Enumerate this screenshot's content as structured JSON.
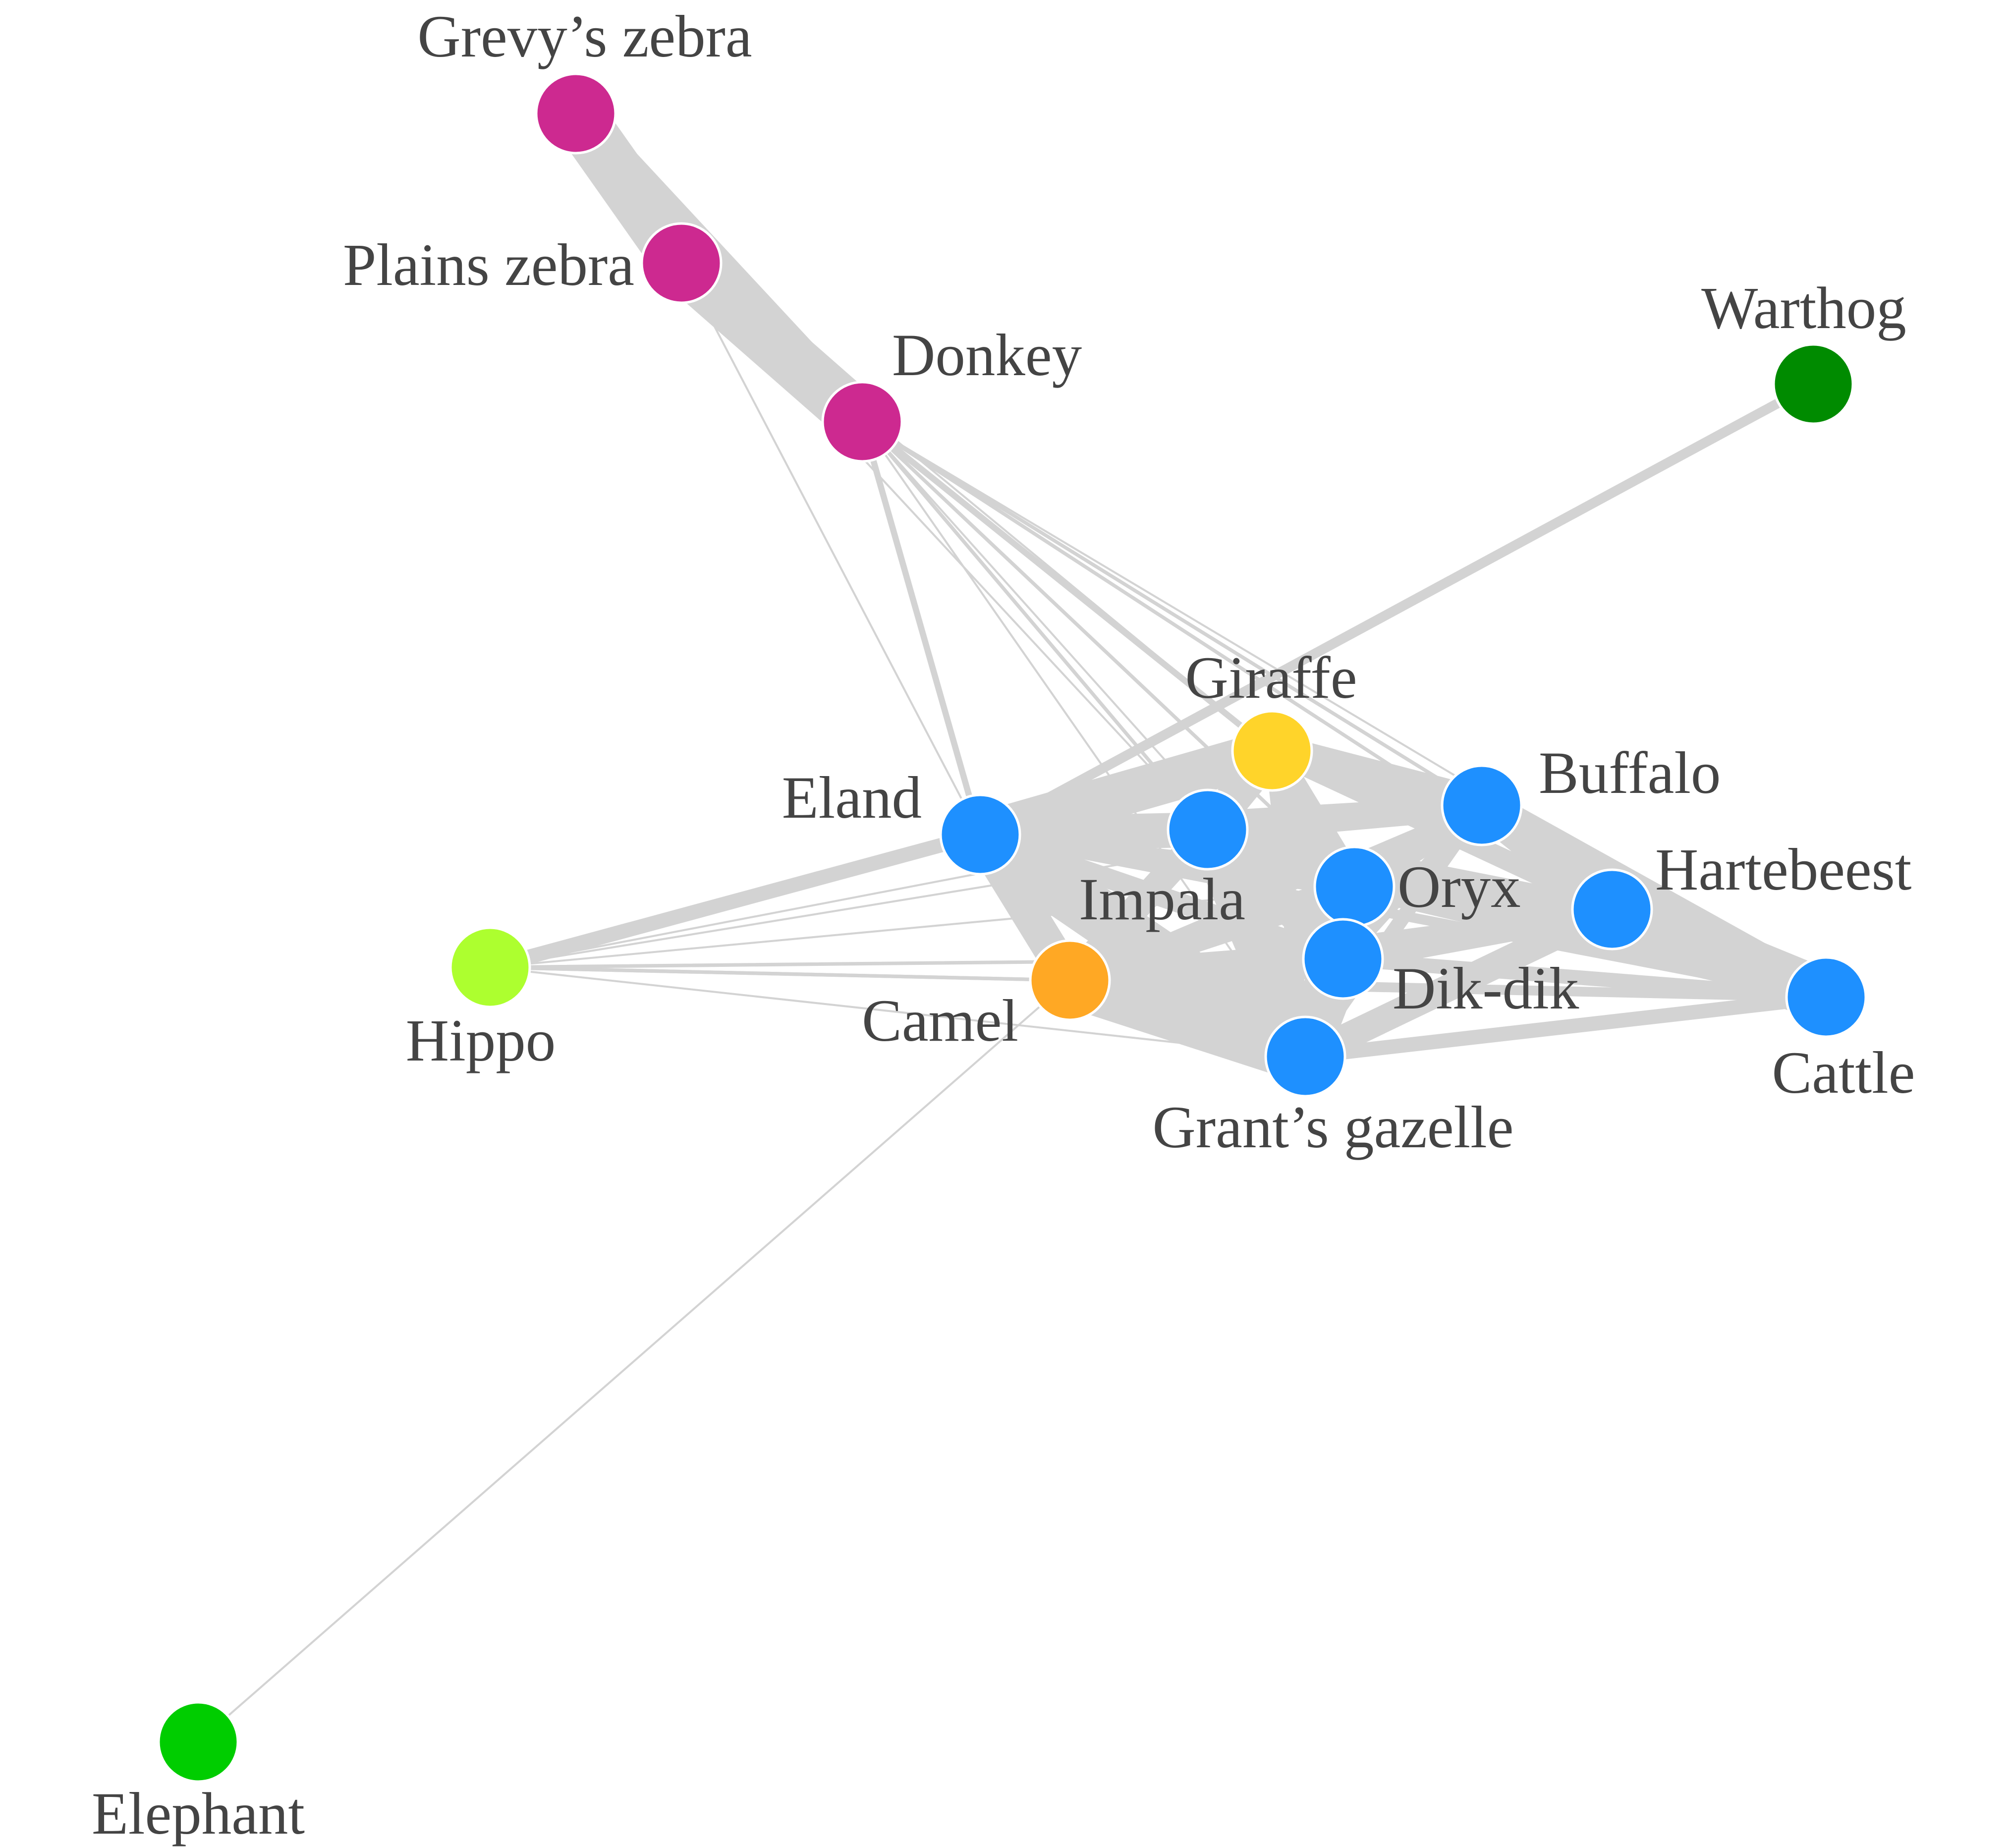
{
  "colors": {
    "equid": "#cd2990",
    "bovid": "#1e90ff",
    "giraffe": "#ffd42a",
    "camel": "#ffa824",
    "hippo": "#adff2f",
    "warthog": "#008b00",
    "elephant": "#00cd00",
    "edge": "#d3d3d3"
  },
  "nodes": [
    {
      "id": "grevys_zebra",
      "label": "Grevy’s zebra",
      "color": "equid"
    },
    {
      "id": "plains_zebra",
      "label": "Plains zebra",
      "color": "equid"
    },
    {
      "id": "donkey",
      "label": "Donkey",
      "color": "equid"
    },
    {
      "id": "warthog",
      "label": "Warthog",
      "color": "warthog"
    },
    {
      "id": "giraffe",
      "label": "Giraffe",
      "color": "giraffe"
    },
    {
      "id": "buffalo",
      "label": "Buffalo",
      "color": "bovid"
    },
    {
      "id": "eland",
      "label": "Eland",
      "color": "bovid"
    },
    {
      "id": "impala",
      "label": "Impala",
      "color": "bovid"
    },
    {
      "id": "oryx",
      "label": "Oryx",
      "color": "bovid"
    },
    {
      "id": "hartebeest",
      "label": "Hartebeest",
      "color": "bovid"
    },
    {
      "id": "dikdik",
      "label": "Dik-dik",
      "color": "bovid"
    },
    {
      "id": "camel",
      "label": "Camel",
      "color": "camel"
    },
    {
      "id": "cattle",
      "label": "Cattle",
      "color": "bovid"
    },
    {
      "id": "grants_gazelle",
      "label": "Grant’s gazelle",
      "color": "bovid"
    },
    {
      "id": "hippo",
      "label": "Hippo",
      "color": "hippo"
    },
    {
      "id": "elephant",
      "label": "Elephant",
      "color": "elephant"
    }
  ],
  "edges": [
    {
      "source": "grevys_zebra",
      "target": "plains_zebra",
      "weight": 10
    },
    {
      "source": "grevys_zebra",
      "target": "donkey",
      "weight": 8
    },
    {
      "source": "plains_zebra",
      "target": "donkey",
      "weight": 10
    },
    {
      "source": "plains_zebra",
      "target": "eland",
      "weight": 1
    },
    {
      "source": "plains_zebra",
      "target": "impala",
      "weight": 1
    },
    {
      "source": "plains_zebra",
      "target": "giraffe",
      "weight": 1
    },
    {
      "source": "donkey",
      "target": "eland",
      "weight": 3
    },
    {
      "source": "donkey",
      "target": "giraffe",
      "weight": 3
    },
    {
      "source": "donkey",
      "target": "buffalo",
      "weight": 2
    },
    {
      "source": "donkey",
      "target": "impala",
      "weight": 2
    },
    {
      "source": "donkey",
      "target": "oryx",
      "weight": 2
    },
    {
      "source": "donkey",
      "target": "hartebeest",
      "weight": 2
    },
    {
      "source": "donkey",
      "target": "dikdik",
      "weight": 1
    },
    {
      "source": "donkey",
      "target": "grants_gazelle",
      "weight": 1
    },
    {
      "source": "donkey",
      "target": "cattle",
      "weight": 1
    },
    {
      "source": "warthog",
      "target": "eland",
      "weight": 4
    },
    {
      "source": "eland",
      "target": "giraffe",
      "weight": 9
    },
    {
      "source": "eland",
      "target": "impala",
      "weight": 8
    },
    {
      "source": "eland",
      "target": "buffalo",
      "weight": 6
    },
    {
      "source": "eland",
      "target": "oryx",
      "weight": 6
    },
    {
      "source": "eland",
      "target": "hartebeest",
      "weight": 5
    },
    {
      "source": "eland",
      "target": "dikdik",
      "weight": 6
    },
    {
      "source": "eland",
      "target": "camel",
      "weight": 8
    },
    {
      "source": "eland",
      "target": "grants_gazelle",
      "weight": 10
    },
    {
      "source": "eland",
      "target": "cattle",
      "weight": 4
    },
    {
      "source": "giraffe",
      "target": "buffalo",
      "weight": 8
    },
    {
      "source": "giraffe",
      "target": "impala",
      "weight": 8
    },
    {
      "source": "giraffe",
      "target": "oryx",
      "weight": 7
    },
    {
      "source": "giraffe",
      "target": "hartebeest",
      "weight": 6
    },
    {
      "source": "giraffe",
      "target": "dikdik",
      "weight": 6
    },
    {
      "source": "giraffe",
      "target": "camel",
      "weight": 5
    },
    {
      "source": "giraffe",
      "target": "grants_gazelle",
      "weight": 5
    },
    {
      "source": "giraffe",
      "target": "cattle",
      "weight": 3
    },
    {
      "source": "buffalo",
      "target": "impala",
      "weight": 7
    },
    {
      "source": "buffalo",
      "target": "oryx",
      "weight": 7
    },
    {
      "source": "buffalo",
      "target": "hartebeest",
      "weight": 8
    },
    {
      "source": "buffalo",
      "target": "dikdik",
      "weight": 5
    },
    {
      "source": "buffalo",
      "target": "cattle",
      "weight": 8
    },
    {
      "source": "buffalo",
      "target": "grants_gazelle",
      "weight": 5
    },
    {
      "source": "buffalo",
      "target": "camel",
      "weight": 4
    },
    {
      "source": "impala",
      "target": "oryx",
      "weight": 9
    },
    {
      "source": "impala",
      "target": "dikdik",
      "weight": 8
    },
    {
      "source": "impala",
      "target": "camel",
      "weight": 7
    },
    {
      "source": "impala",
      "target": "grants_gazelle",
      "weight": 9
    },
    {
      "source": "impala",
      "target": "hartebeest",
      "weight": 6
    },
    {
      "source": "impala",
      "target": "cattle",
      "weight": 4
    },
    {
      "source": "oryx",
      "target": "hartebeest",
      "weight": 8
    },
    {
      "source": "oryx",
      "target": "dikdik",
      "weight": 9
    },
    {
      "source": "oryx",
      "target": "grants_gazelle",
      "weight": 9
    },
    {
      "source": "oryx",
      "target": "camel",
      "weight": 7
    },
    {
      "source": "oryx",
      "target": "cattle",
      "weight": 6
    },
    {
      "source": "hartebeest",
      "target": "cattle",
      "weight": 10
    },
    {
      "source": "hartebeest",
      "target": "dikdik",
      "weight": 7
    },
    {
      "source": "hartebeest",
      "target": "grants_gazelle",
      "weight": 7
    },
    {
      "source": "hartebeest",
      "target": "camel",
      "weight": 5
    },
    {
      "source": "dikdik",
      "target": "grants_gazelle",
      "weight": 9
    },
    {
      "source": "dikdik",
      "target": "camel",
      "weight": 8
    },
    {
      "source": "dikdik",
      "target": "cattle",
      "weight": 5
    },
    {
      "source": "camel",
      "target": "grants_gazelle",
      "weight": 10
    },
    {
      "source": "camel",
      "target": "cattle",
      "weight": 4
    },
    {
      "source": "grants_gazelle",
      "target": "cattle",
      "weight": 5
    },
    {
      "source": "hippo",
      "target": "eland",
      "weight": 5
    },
    {
      "source": "hippo",
      "target": "impala",
      "weight": 1
    },
    {
      "source": "hippo",
      "target": "oryx",
      "weight": 1
    },
    {
      "source": "hippo",
      "target": "camel",
      "weight": 2
    },
    {
      "source": "hippo",
      "target": "dikdik",
      "weight": 2
    },
    {
      "source": "hippo",
      "target": "grants_gazelle",
      "weight": 1
    },
    {
      "source": "hippo",
      "target": "cattle",
      "weight": 2
    },
    {
      "source": "hippo",
      "target": "buffalo",
      "weight": 1
    },
    {
      "source": "elephant",
      "target": "camel",
      "weight": 1
    }
  ]
}
